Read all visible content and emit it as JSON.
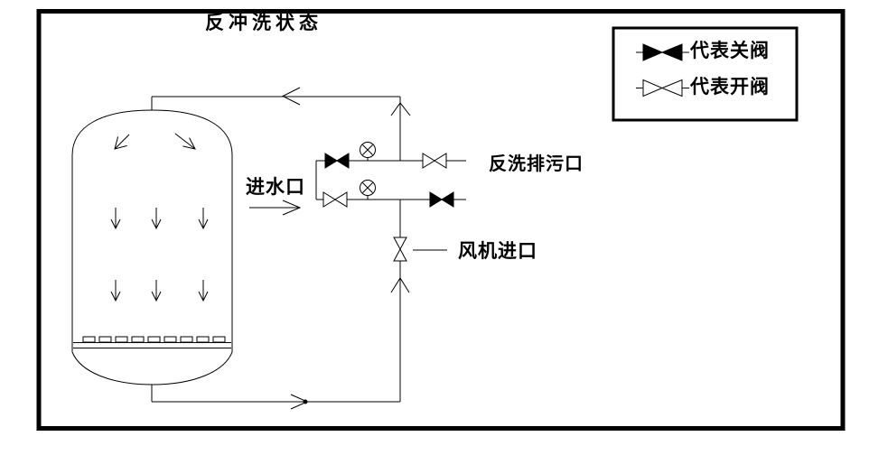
{
  "colors": {
    "ink": "#000000",
    "background": "#ffffff"
  },
  "title": "反冲洗状态",
  "legend": {
    "items": [
      {
        "symbol": "closed-valve",
        "label": "代表关阀"
      },
      {
        "symbol": "open-valve",
        "label": "代表开阀"
      }
    ]
  },
  "labels": {
    "water_inlet": "进水口",
    "backwash_drain": "反洗排污口",
    "fan_inlet": "风机进口"
  },
  "valves": [
    {
      "name": "top-branch-left",
      "state": "closed"
    },
    {
      "name": "top-branch-right",
      "state": "open"
    },
    {
      "name": "bottom-branch-left",
      "state": "open"
    },
    {
      "name": "bottom-branch-right",
      "state": "closed"
    },
    {
      "name": "fan-inlet-line",
      "state": "open"
    }
  ]
}
